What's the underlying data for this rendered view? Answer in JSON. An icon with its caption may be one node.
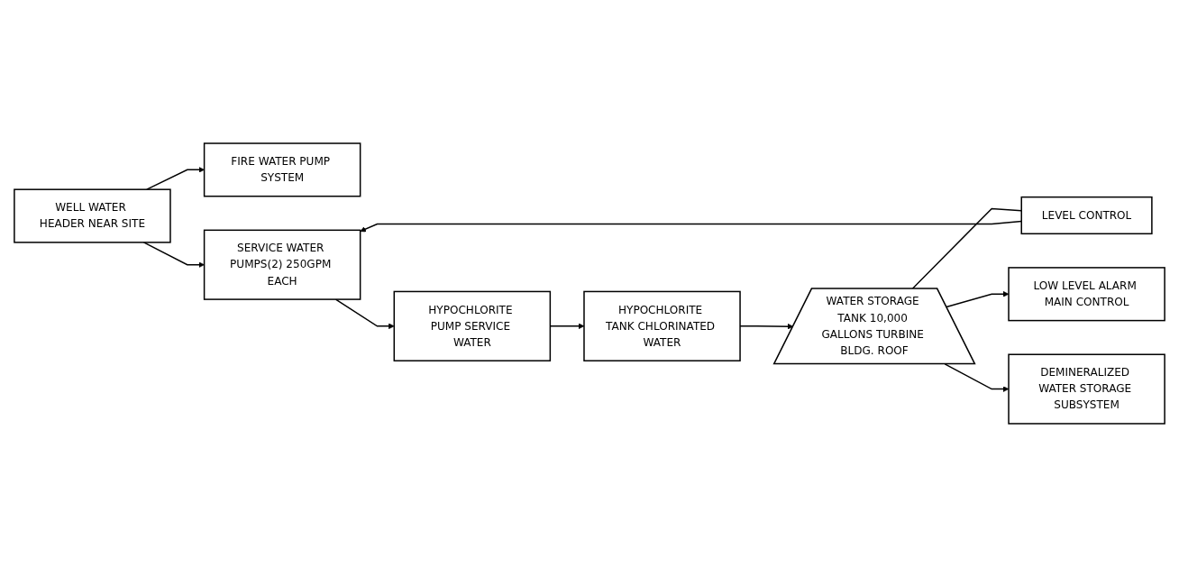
{
  "diagram": {
    "nodes": [
      {
        "text": [
          "WELL WATER HEADER NEAR SITE"
        ]
      },
      {
        "text": [
          "FIRE WATER PUMP SYSTEM"
        ]
      },
      {
        "text": [
          "SERVICE WATER PUMPS(2) 250GPM EACH"
        ]
      },
      {
        "text": [
          "HYPOCHLORITE PUMP SERVICE WATER"
        ]
      },
      {
        "text": [
          "HYPOCHLORITE TANK CHLORINATED WATER"
        ]
      },
      {
        "text": [
          "WATER STORAGE TANK 10,000 GALLONS TURBINE BLDG. ROOF"
        ]
      },
      {
        "text": [
          "LEVEL CONTROL"
        ]
      },
      {
        "text": [
          "LOW LEVEL ALARM MAIN CONTROL"
        ]
      },
      {
        "text": [
          "DEMINERALIZED WATER STORAGE SUBSYSTEM"
        ]
      }
    ],
    "edges": [
      {
        "from": 0,
        "to": 2,
        "arrow": "to"
      },
      {
        "from": 0,
        "to": 1,
        "arrow": "to"
      },
      {
        "from": 2,
        "to": 3,
        "arrow": "to"
      },
      {
        "from": 3,
        "to": 4,
        "arrow": "to"
      },
      {
        "from": 4,
        "to": 5,
        "arrow": "to"
      },
      {
        "from": 5,
        "to": 6,
        "arrow": "none"
      },
      {
        "from": 6,
        "to": 2,
        "arrow": "to"
      },
      {
        "from": 5,
        "to": 7,
        "arrow": "to"
      },
      {
        "from": 5,
        "to": 8,
        "arrow": "to"
      }
    ]
  }
}
